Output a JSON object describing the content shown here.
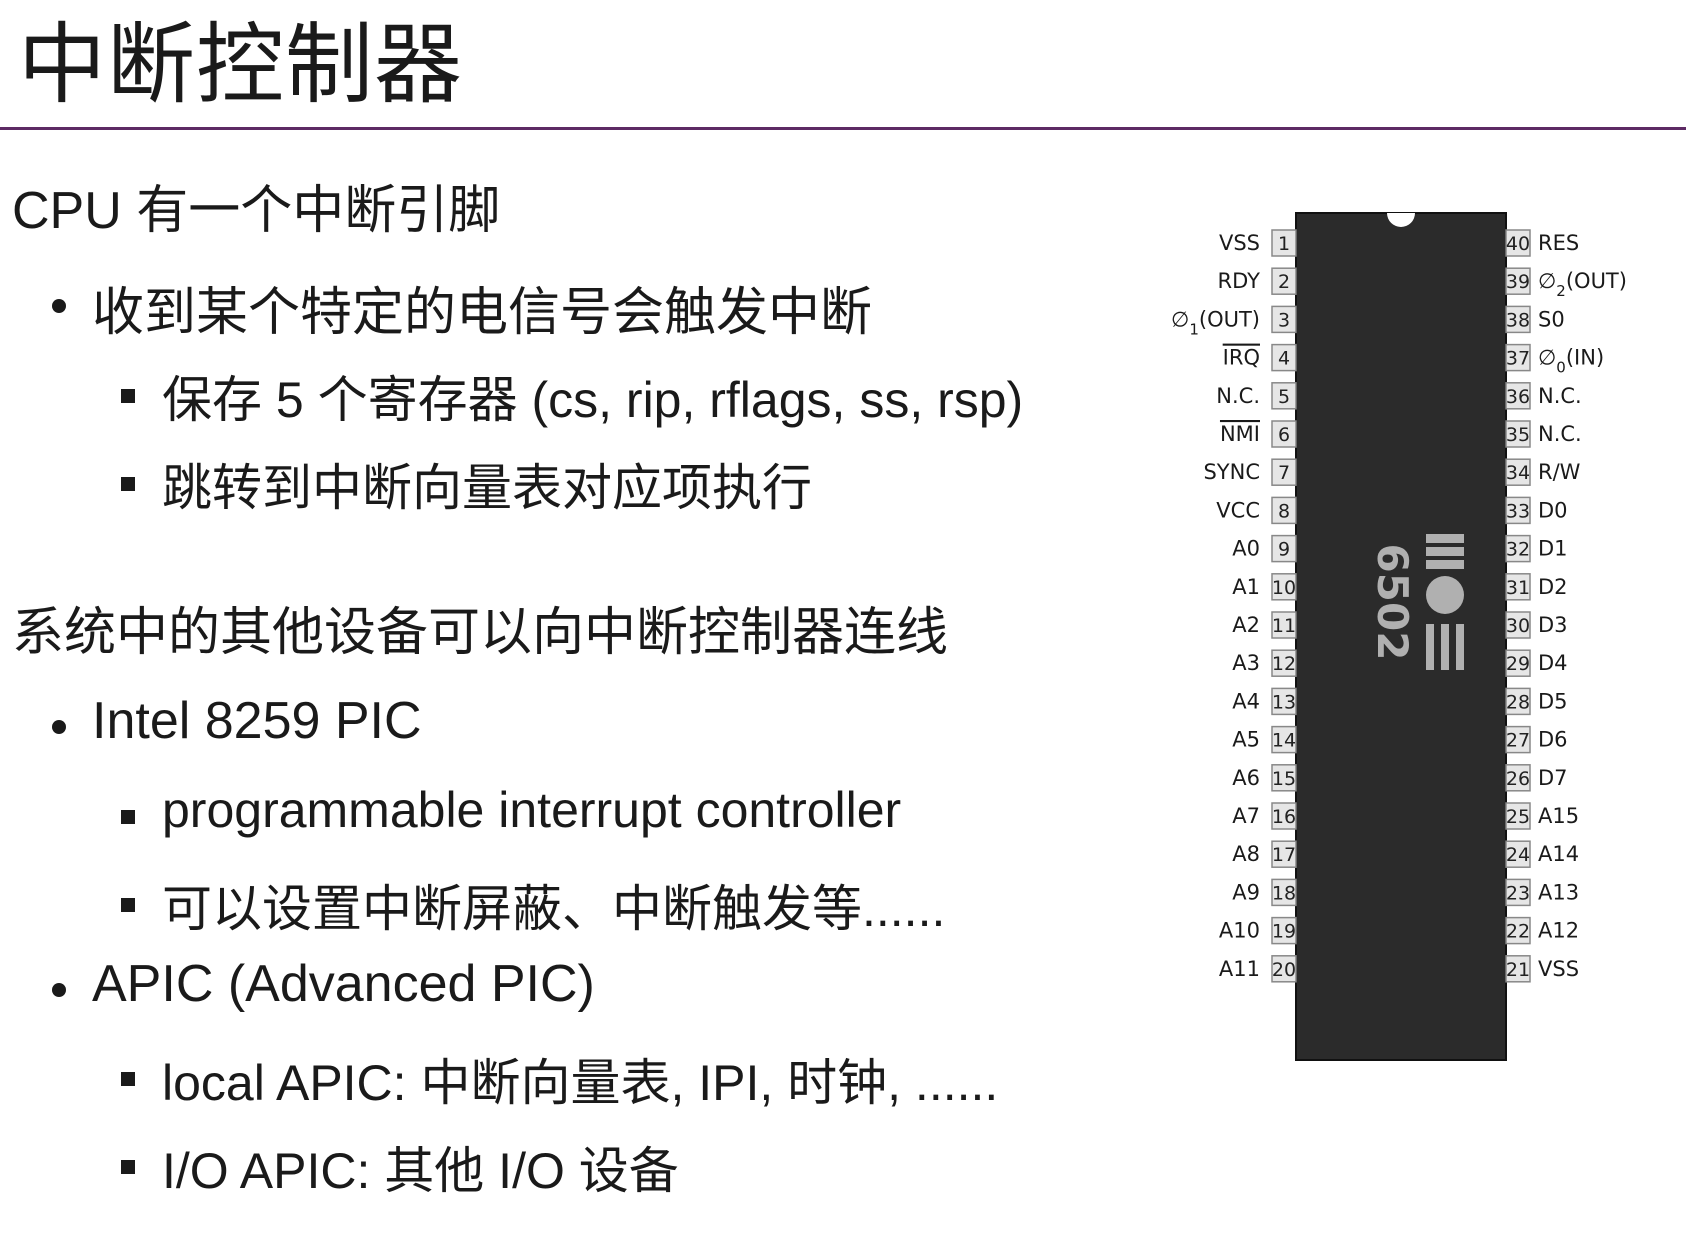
{
  "slide": {
    "title": "中断控制器",
    "lines": [
      {
        "level": 0,
        "text": "CPU 有一个中断引脚"
      },
      {
        "level": 1,
        "text": "收到某个特定的电信号会触发中断"
      },
      {
        "level": 2,
        "text": "保存 5 个寄存器 (cs, rip, rflags, ss, rsp)"
      },
      {
        "level": 2,
        "text": "跳转到中断向量表对应项执行"
      },
      {
        "level": 0,
        "text": "系统中的其他设备可以向中断控制器连线"
      },
      {
        "level": 1,
        "text": "Intel 8259 PIC"
      },
      {
        "level": 2,
        "text": "programmable interrupt controller"
      },
      {
        "level": 2,
        "text": "可以设置中断屏蔽、中断触发等......"
      },
      {
        "level": 1,
        "text": "APIC (Advanced PIC)"
      },
      {
        "level": 2,
        "text": "local APIC: 中断向量表, IPI, 时钟, ......"
      },
      {
        "level": 2,
        "text": "I/O APIC: 其他 I/O 设备"
      }
    ]
  },
  "chip": {
    "model": "6502",
    "logo": "MOS",
    "left_pins": [
      {
        "num": "1",
        "name": "VSS"
      },
      {
        "num": "2",
        "name": "RDY"
      },
      {
        "num": "3",
        "name": "∅",
        "sub": "1",
        "tail": "(OUT)"
      },
      {
        "num": "4",
        "name": "IRQ",
        "overline": true
      },
      {
        "num": "5",
        "name": "N.C."
      },
      {
        "num": "6",
        "name": "NMI",
        "overline": true
      },
      {
        "num": "7",
        "name": "SYNC"
      },
      {
        "num": "8",
        "name": "VCC"
      },
      {
        "num": "9",
        "name": "A0"
      },
      {
        "num": "10",
        "name": "A1"
      },
      {
        "num": "11",
        "name": "A2"
      },
      {
        "num": "12",
        "name": "A3"
      },
      {
        "num": "13",
        "name": "A4"
      },
      {
        "num": "14",
        "name": "A5"
      },
      {
        "num": "15",
        "name": "A6"
      },
      {
        "num": "16",
        "name": "A7"
      },
      {
        "num": "17",
        "name": "A8"
      },
      {
        "num": "18",
        "name": "A9"
      },
      {
        "num": "19",
        "name": "A10"
      },
      {
        "num": "20",
        "name": "A11"
      }
    ],
    "right_pins": [
      {
        "num": "40",
        "name": "RES"
      },
      {
        "num": "39",
        "name": "∅",
        "sub": "2",
        "tail": "(OUT)"
      },
      {
        "num": "38",
        "name": "S0"
      },
      {
        "num": "37",
        "name": "∅",
        "sub": "0",
        "tail": "(IN)"
      },
      {
        "num": "36",
        "name": "N.C."
      },
      {
        "num": "35",
        "name": "N.C."
      },
      {
        "num": "34",
        "name": "R/W"
      },
      {
        "num": "33",
        "name": "D0"
      },
      {
        "num": "32",
        "name": "D1"
      },
      {
        "num": "31",
        "name": "D2"
      },
      {
        "num": "30",
        "name": "D3"
      },
      {
        "num": "29",
        "name": "D4"
      },
      {
        "num": "28",
        "name": "D5"
      },
      {
        "num": "27",
        "name": "D6"
      },
      {
        "num": "26",
        "name": "D7"
      },
      {
        "num": "25",
        "name": "A15"
      },
      {
        "num": "24",
        "name": "A14"
      },
      {
        "num": "23",
        "name": "A13"
      },
      {
        "num": "22",
        "name": "A12"
      },
      {
        "num": "21",
        "name": "VSS"
      }
    ]
  }
}
